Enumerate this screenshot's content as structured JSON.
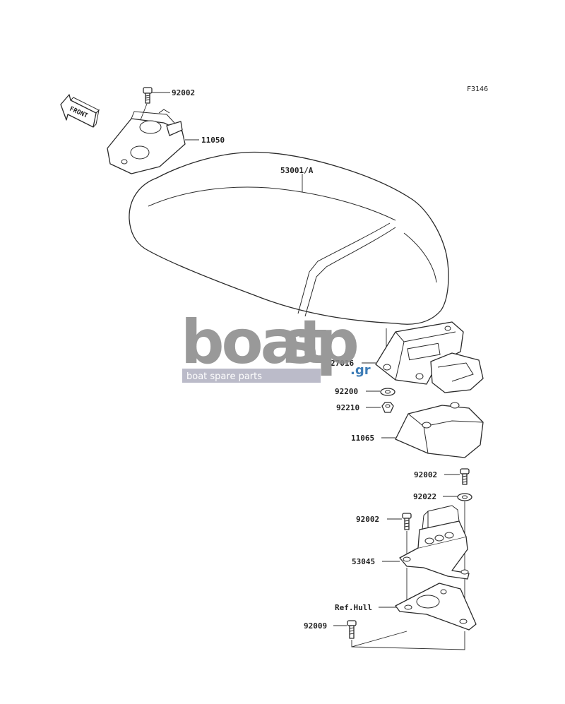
{
  "figure_code": "F3146",
  "front_arrow_label": "FRONT",
  "watermark": {
    "brand_left": "boat",
    "brand_right": "sp",
    "brand_suffix": ".gr",
    "tagline": "boat spare parts",
    "colors": {
      "grey": "#8f8f8f",
      "accent": "#2a6fb0",
      "tagline_bg": "#a7a7b8"
    }
  },
  "callouts": {
    "bolt_top": "92002",
    "bracket_front": "11050",
    "seat": "53001/A",
    "latch": "27016",
    "washer_latch": "92200",
    "nut_latch": "92210",
    "cover": "11065",
    "bolt_mid": "92002",
    "washer_mid": "92022",
    "bolt_left": "92002",
    "bracket_rear": "53045",
    "ref_hull": "Ref.Hull",
    "bolt_bottom": "92009"
  }
}
